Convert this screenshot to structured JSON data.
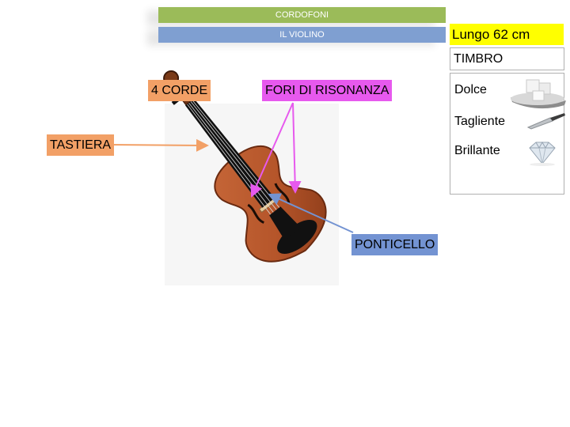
{
  "header": {
    "category": "CORDOFONI",
    "instrument": "IL VIOLINO"
  },
  "info": {
    "length": "Lungo 62 cm",
    "timbre_title": "TIMBRO",
    "timbres": [
      {
        "label": "Dolce",
        "icon": "sugar-cubes-icon"
      },
      {
        "label": "Tagliente",
        "icon": "knife-icon"
      },
      {
        "label": "Brillante",
        "icon": "diamond-icon"
      }
    ]
  },
  "labels": {
    "strings": "4 CORDE",
    "sound_holes": "FORI DI RISONANZA",
    "fingerboard": "TASTIERA",
    "bridge": "PONTICELLO"
  },
  "colors": {
    "green_bar": "#9bbb59",
    "blue_bar": "#7f9fd1",
    "orange_label": "#f2a066",
    "magenta_label": "#e759ee",
    "blue_label": "#7393d2",
    "length_highlight": "#ffff00",
    "violin_body": "#b5552a"
  }
}
